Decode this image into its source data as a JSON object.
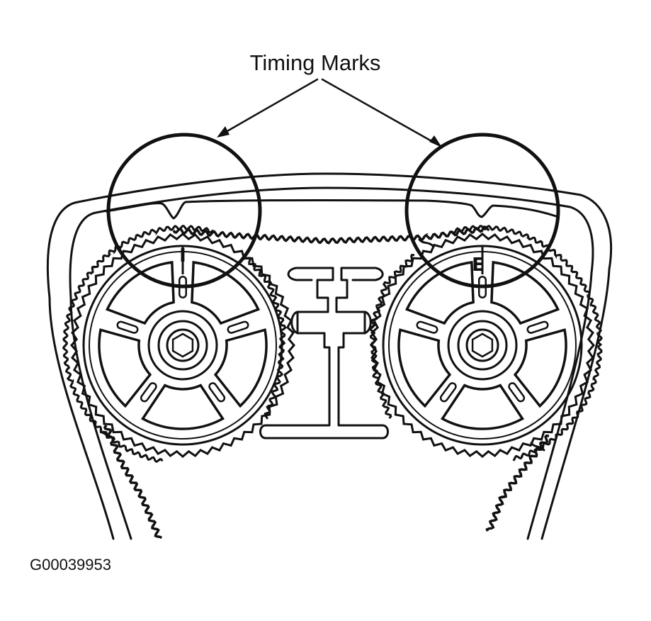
{
  "callout": {
    "label": "Timing Marks"
  },
  "sprockets": [
    {
      "id": "intake",
      "mark": "I"
    },
    {
      "id": "exhaust",
      "mark": "E"
    }
  ],
  "figure_id": "G00039953",
  "colors": {
    "ink": "#111111",
    "background": "#ffffff"
  }
}
